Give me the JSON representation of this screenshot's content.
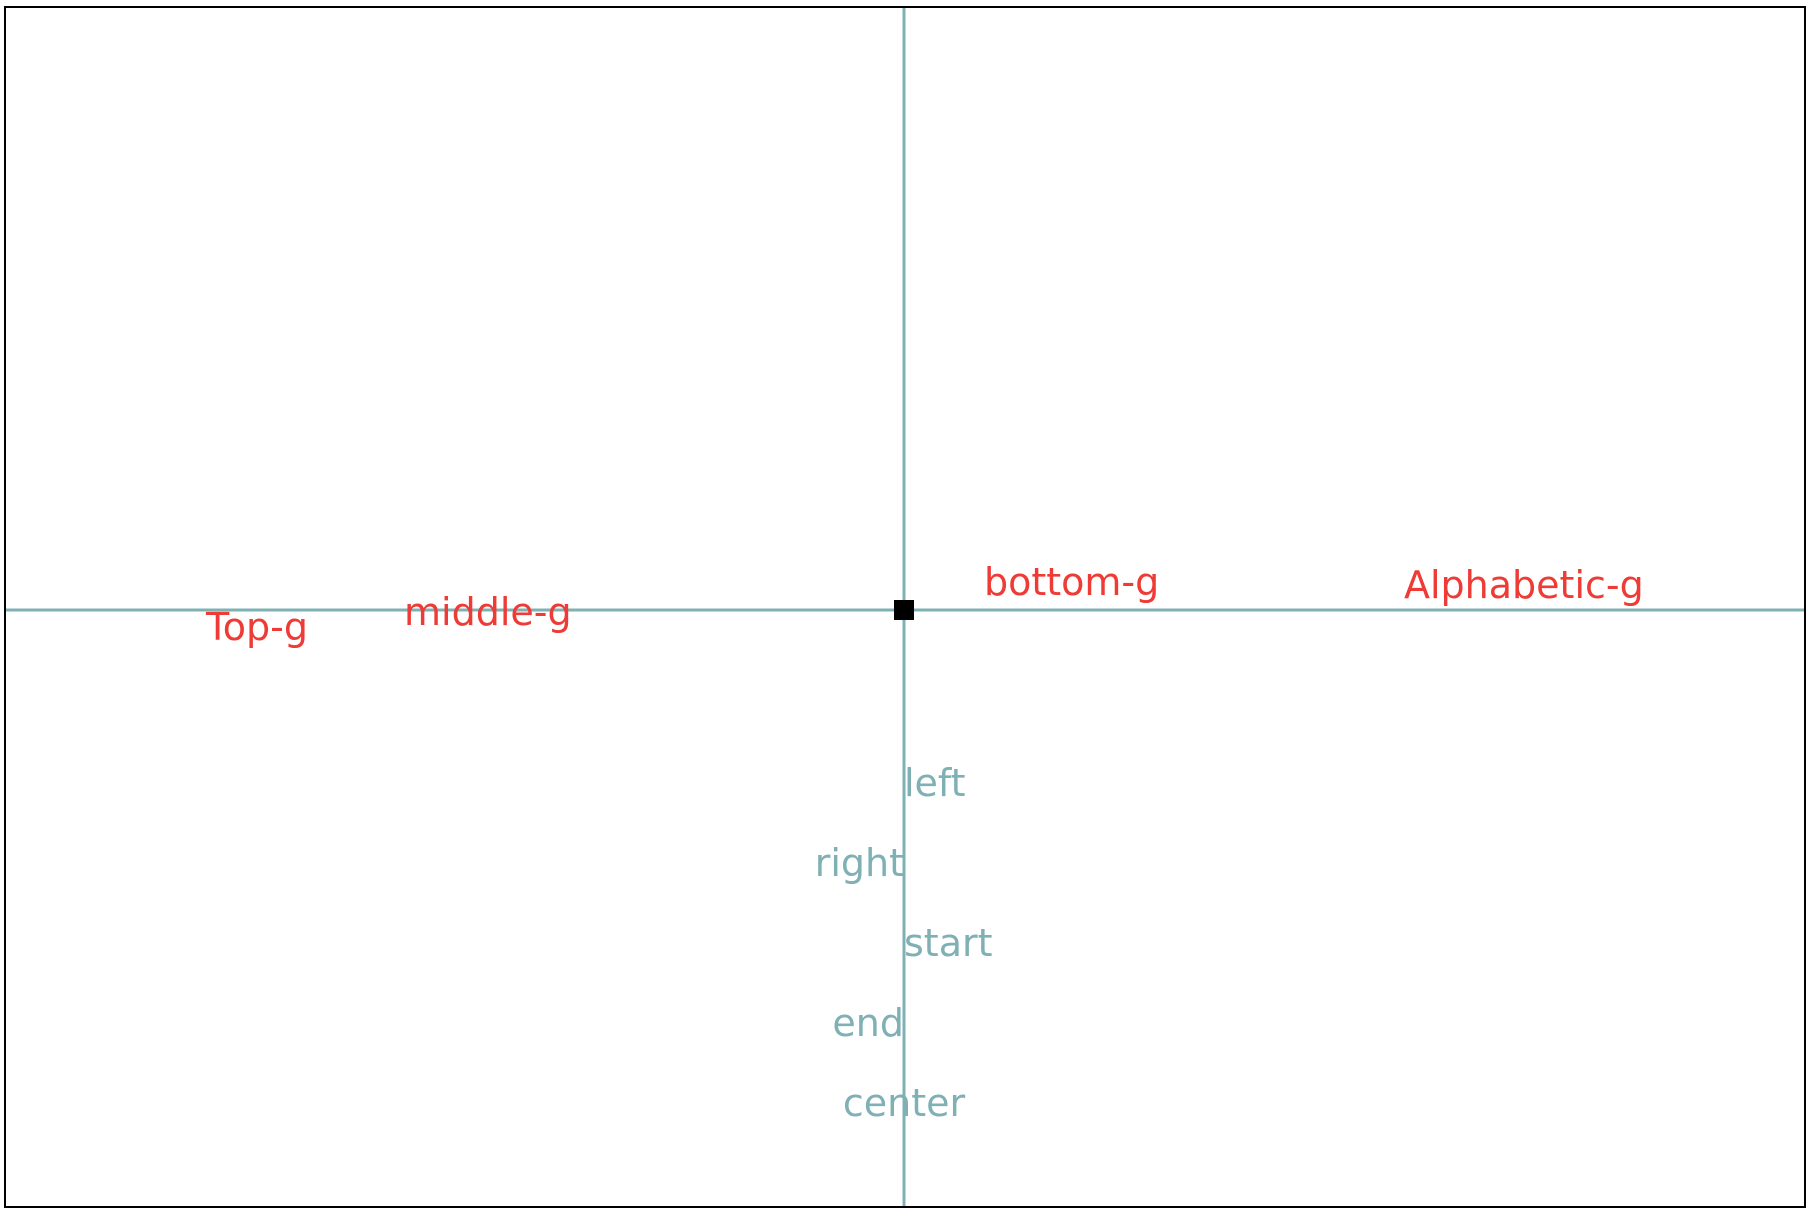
{
  "colors": {
    "guide_line": "#7fb0b4",
    "baseline_label": "#ee3b36",
    "align_label": "#7fb0b4",
    "origin_marker": "#000000",
    "frame_border": "#000000"
  },
  "baseline_labels": {
    "top": "Top-g",
    "middle": "middle-g",
    "bottom": "bottom-g",
    "alphabetic": "Alphabetic-g"
  },
  "align_labels": {
    "left": "left",
    "right": "right",
    "start": "start",
    "end": "end",
    "center": "center"
  }
}
